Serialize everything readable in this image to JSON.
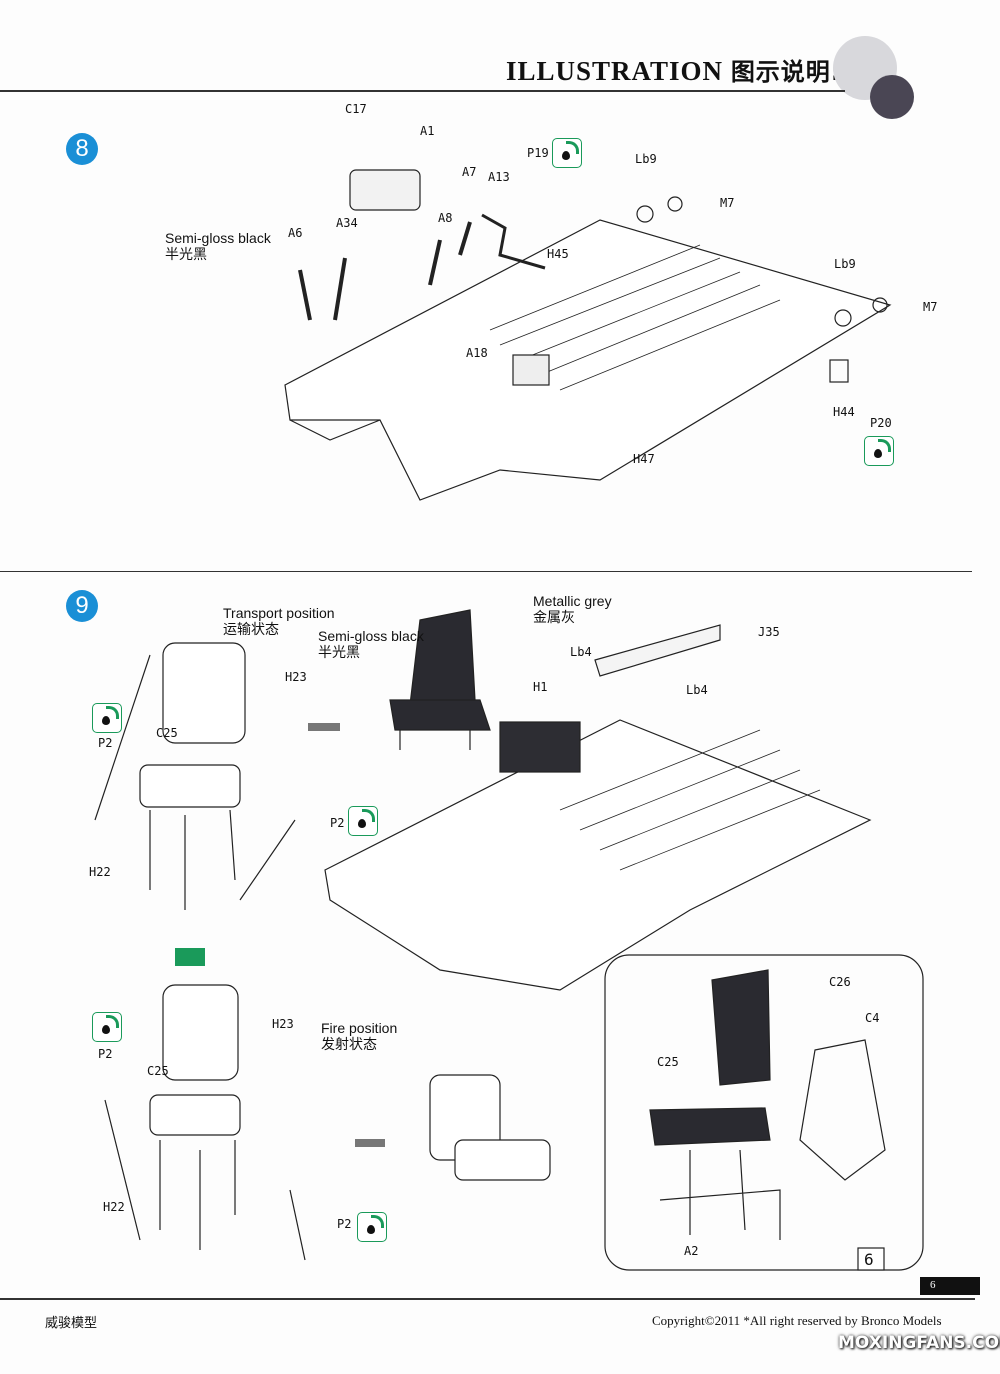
{
  "header": {
    "title": "ILLUSTRATION",
    "title_cn": "图示说明:"
  },
  "step8": {
    "number": "8",
    "paint": {
      "en": "Semi-gloss black",
      "cn": "半光黑"
    },
    "labels": [
      "C17",
      "A1",
      "A7",
      "A13",
      "P19",
      "Lb9",
      "M7",
      "A6",
      "A34",
      "A8",
      "H45",
      "Lb9",
      "M7",
      "A18",
      "H44",
      "P20",
      "H47"
    ]
  },
  "step9": {
    "number": "9",
    "transport": {
      "en": "Transport position",
      "cn": "运输状态"
    },
    "paint_black": {
      "en": "Semi-gloss black",
      "cn": "半光黑"
    },
    "paint_grey": {
      "en": "Metallic grey",
      "cn": "金属灰"
    },
    "fire": {
      "en": "Fire position",
      "cn": "发射状态"
    },
    "labels": [
      "H23",
      "P2",
      "C25",
      "H22",
      "P2",
      "Lb4",
      "H1",
      "Lb4",
      "J35",
      "H23",
      "P2",
      "C25",
      "H22",
      "P2",
      "C26",
      "C4",
      "C25",
      "A2"
    ],
    "inset_number": "6"
  },
  "footer": {
    "brand_cn": "威骏模型",
    "copyright": "Copyright©2011  *All right reserved by Bronco Models",
    "page_number": "6",
    "watermark": "MOXINGFANS.COM"
  },
  "colors": {
    "step_badge": "#1a8fd6",
    "paint_mark": "#1a9a5a",
    "seat": "#2a2a30"
  }
}
